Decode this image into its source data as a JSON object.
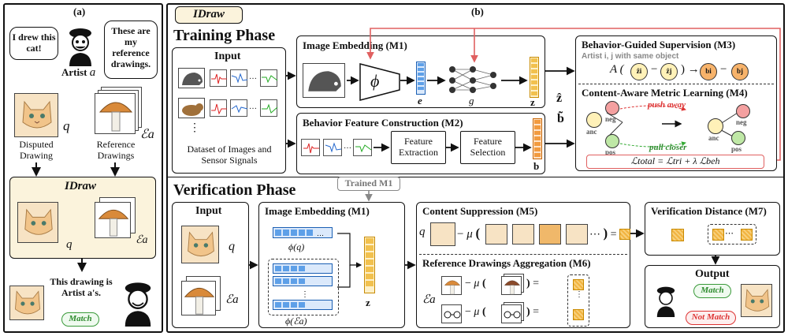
{
  "panel_a": {
    "label": "(a)",
    "speech_left": "I drew this cat!",
    "speech_right": "These are my reference drawings.",
    "artist_label": "Artist",
    "artist_var": "a",
    "q_var": "q",
    "E_var": "ℰa",
    "disputed_label": "Disputed Drawing",
    "reference_label": "Reference Drawings",
    "idraw_title": "IDraw",
    "q_var2": "q",
    "E_var2": "ℰa",
    "conclusion": "This drawing is Artist a's.",
    "match_badge": "Match"
  },
  "panel_b": {
    "label": "(b)",
    "idraw_tag": "IDraw",
    "training_title": "Training Phase",
    "input_title": "Input",
    "input_dots": "⋮",
    "input_caption": "Dataset of Images and Sensor Signals",
    "m1_title": "Image Embedding (M1)",
    "phi": "ϕ",
    "e_label": "e",
    "g_label": "g",
    "z_label": "z",
    "m2_title": "Behavior Feature Construction (M2)",
    "feature_extraction": "Feature Extraction",
    "feature_selection": "Feature Selection",
    "b_label": "b",
    "zb_label": "ẑ",
    "bb_label": "b̃",
    "m3_title": "Behavior-Guided Supervision (M3)",
    "m3_sub": "Artist i, j  with same object",
    "m3_formula_a": "A (",
    "m3_formula_zi": "ẑi",
    "m3_formula_zj": "ẑj",
    "m3_formula_bi": "bi",
    "m3_formula_bj": "bj",
    "m4_title": "Content-Aware Metric Learning (M4)",
    "push_away": "push away",
    "pull_closer": "pull closer",
    "anc": "anc",
    "neg": "neg",
    "pos": "pos",
    "loss": "ℒtotal = ℒtri + λ ℒbeh",
    "verification_title": "Verification Phase",
    "trained_m1": "Trained M1",
    "v_input_title": "Input",
    "v_q": "q",
    "v_E": "ℰa",
    "v_m1_title": "Image Embedding (M1)",
    "phi_q": "ϕ(q)",
    "phi_E": "ϕ(ℰa)",
    "v_z": "z",
    "m5_title": "Content Suppression (M5)",
    "m5_q": "q",
    "mu": "μ",
    "m6_title": "Reference Drawings Aggregation (M6)",
    "m6_E": "ℰa",
    "m7_title": "Verification Distance (M7)",
    "output_title": "Output",
    "output_match": "Match",
    "output_not_match": "Not Match"
  }
}
